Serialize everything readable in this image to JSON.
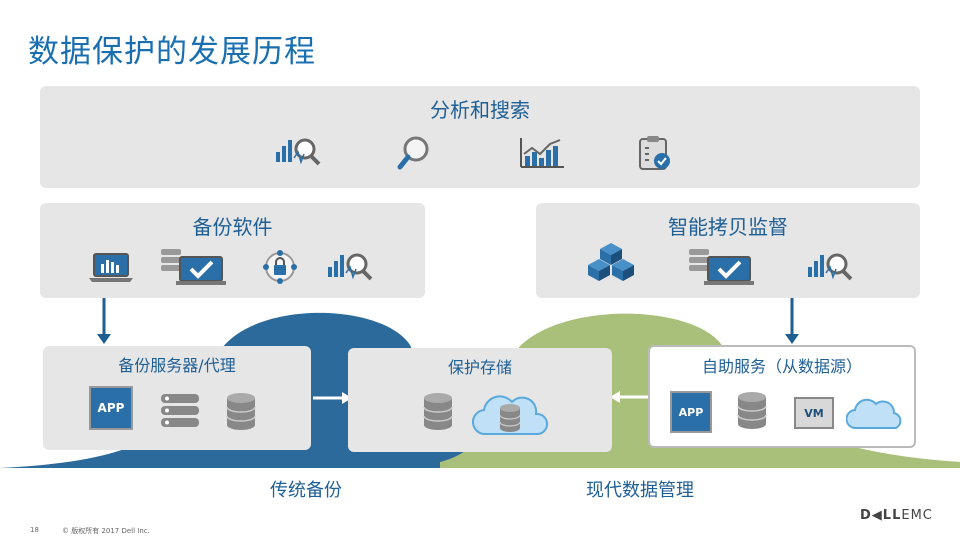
{
  "title": "数据保护的发展历程",
  "top_panel": {
    "title": "分析和搜索",
    "icons": [
      "analytics-icon",
      "magnifier-icon",
      "chart-icon",
      "clipboard-check-icon"
    ]
  },
  "backup_software": {
    "title": "备份软件",
    "icons": [
      "laptop-icon",
      "server-monitor-icon",
      "lock-network-icon",
      "analytics-icon"
    ]
  },
  "smart_copy": {
    "title": "智能拷贝监督",
    "icons": [
      "cubes-icon",
      "server-monitor-icon",
      "analytics-icon"
    ]
  },
  "backup_server": {
    "title": "备份服务器/代理",
    "app_label": "APP"
  },
  "protect_storage": {
    "title": "保护存储"
  },
  "self_service": {
    "title": "自助服务（从数据源）",
    "app_label": "APP",
    "vm_label": "VM"
  },
  "labels": {
    "traditional": "传统备份",
    "modern": "现代数据管理"
  },
  "footer": {
    "page": "18",
    "copyright": "© 版权所有 2017  Dell Inc."
  },
  "logo": {
    "dell": "D◀LL",
    "emc": "EMC"
  },
  "colors": {
    "title": "#1a6fb0",
    "panel": "#e6e6e6",
    "blue_hill": "#2b6a9a",
    "green_hill": "#a8c07a",
    "arrow": "#1e5f8f"
  }
}
